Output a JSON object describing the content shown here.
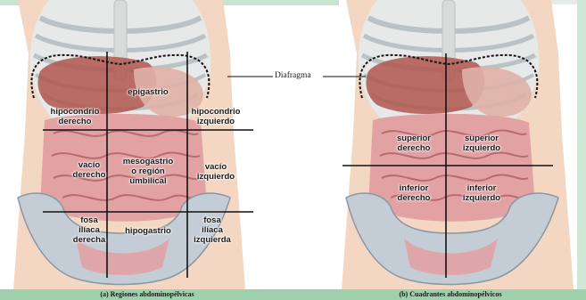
{
  "callout": {
    "label": "Diafragma"
  },
  "left_panel": {
    "caption": "(a) Regiones abdominopélvicas",
    "regions": [
      {
        "key": "hipocondrio_derecho",
        "text": "hipocondrio\nderecho"
      },
      {
        "key": "epigastrio",
        "text": "epigastrio"
      },
      {
        "key": "hipocondrio_izquierdo",
        "text": "hipocondrio\nizquierdo"
      },
      {
        "key": "vacio_derecho",
        "text": "vacío\nderecho"
      },
      {
        "key": "mesogastrio",
        "text": "mesogastrio\no región\numbilical"
      },
      {
        "key": "vacio_izquierdo",
        "text": "vacío\nizquierdo"
      },
      {
        "key": "fosa_iliaca_derecha",
        "text": "fosa\nilíaca\nderecha"
      },
      {
        "key": "hipogastrio",
        "text": "hipogastrio"
      },
      {
        "key": "fosa_iliaca_izquierda",
        "text": "fosa\nilíaca\nizquierda"
      }
    ]
  },
  "right_panel": {
    "caption": "(b) Cuadrantes abdominopélvicos",
    "quadrants": [
      {
        "key": "superior_derecho",
        "text": "superior\nderecho"
      },
      {
        "key": "superior_izquierdo",
        "text": "superior\nizquierdo"
      },
      {
        "key": "inferior_derecho",
        "text": "inferior\nderecho"
      },
      {
        "key": "inferior_izquierdo",
        "text": "inferior\nizquierdo"
      }
    ]
  },
  "colors": {
    "skin": "#f3d7c2",
    "bone": "#e6e9e8",
    "bone_shade": "#b9c2c4",
    "liver": "#b0564f",
    "intestine": "#e2a2a4",
    "intestine_line": "#b86a6e",
    "pelvis": "#c4cdd6",
    "grid_line": "#111111"
  }
}
